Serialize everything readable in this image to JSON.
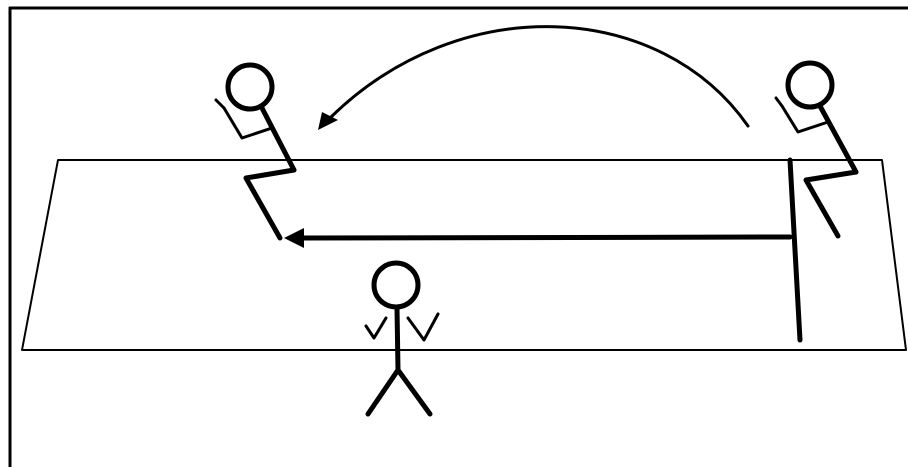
{
  "diagram": {
    "background_color": "#ffffff",
    "ink_color": "#000000",
    "figures": [
      "stick-figure-left",
      "stick-figure-right",
      "stick-figure-center"
    ],
    "arrows": [
      "curved-arrow",
      "straight-arrow"
    ]
  }
}
